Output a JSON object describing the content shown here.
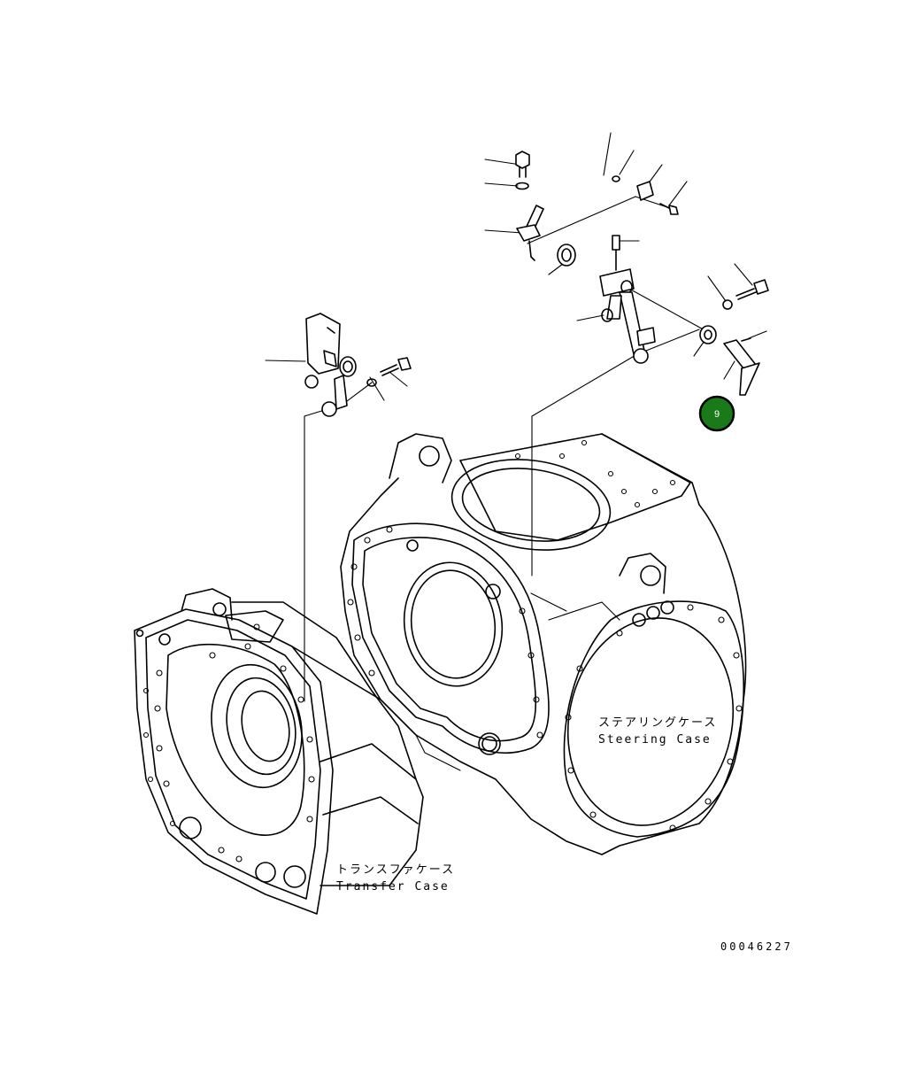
{
  "labels": {
    "steering_case_jp": "ステアリングケース",
    "steering_case_en": "Steering Case",
    "transfer_case_jp": "トランスファケース",
    "transfer_case_en": "Transfer Case",
    "drawing_number": "00046227"
  },
  "badge": {
    "text": "9",
    "fill": "#1a7a1a",
    "stroke": "#000000"
  },
  "colors": {
    "line": "#000000",
    "background": "#ffffff"
  }
}
